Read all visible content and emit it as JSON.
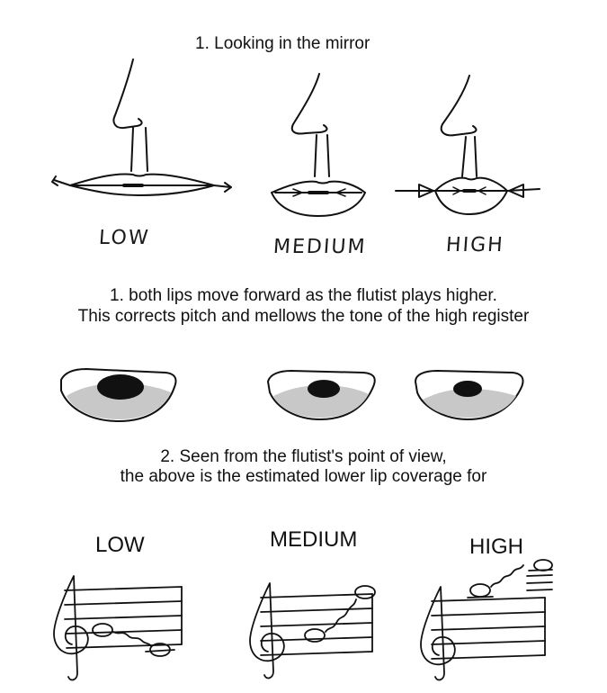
{
  "heading_mirror": "1. Looking in the mirror",
  "lip_labels": [
    "LOW",
    "MEDIUM",
    "HIGH"
  ],
  "caption_1": {
    "line1": "1. both lips move forward as the flutist plays higher.",
    "line2": "This corrects pitch and mellows the tone of the high register"
  },
  "caption_2": {
    "line1": "2. Seen from the flutist's point of view,",
    "line2": "the above is the estimated lower lip coverage for"
  },
  "register_labels": [
    "LOW",
    "MEDIUM",
    "HIGH"
  ]
}
